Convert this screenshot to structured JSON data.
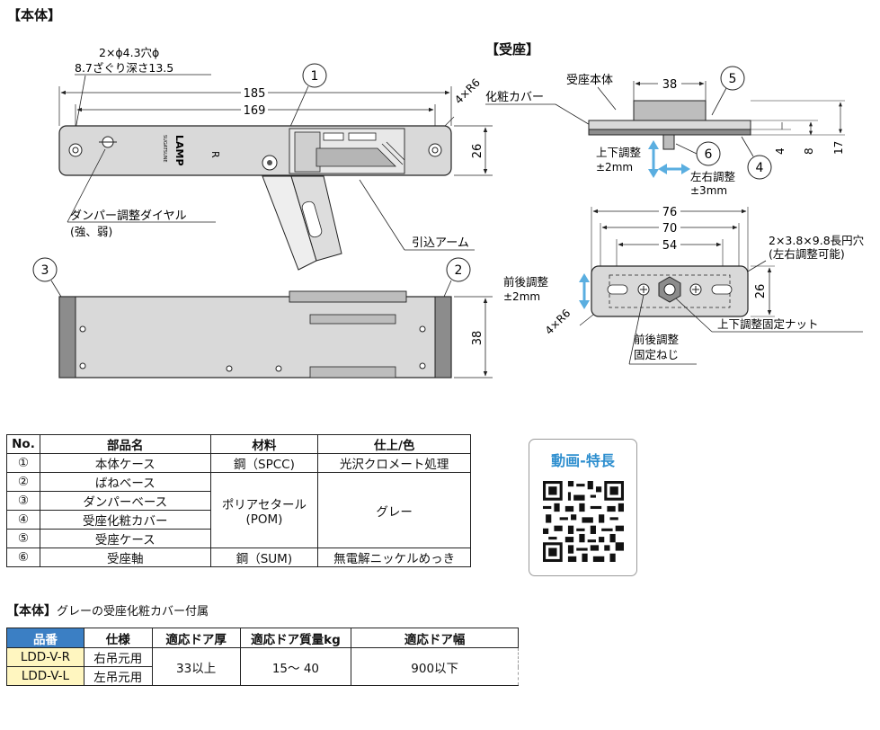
{
  "sections": {
    "body_title": "【本体】",
    "seat_title": "【受座】"
  },
  "body_diagram": {
    "hole_note_1": "2×ϕ4.3穴ϕ",
    "hole_note_2": "8.7ざぐり深さ13.5",
    "dim_185": "185",
    "dim_169": "169",
    "dim_26": "26",
    "dim_38": "38",
    "radius": "4×R6",
    "callout_1": "1",
    "callout_2": "2",
    "callout_3": "3",
    "damper_label": "ダンパー調整ダイヤル",
    "damper_sub": "(強、弱)",
    "arm_label": "引込アーム",
    "logo_text": "LAMP",
    "logo_sub": "SUGATSUNE",
    "r_mark": "R"
  },
  "seat_diagram": {
    "body_label": "受座本体",
    "cover_label": "化粧カバー",
    "dim_38": "38",
    "dim_4": "4",
    "dim_8": "8",
    "dim_17": "17",
    "vert_adjust": "上下調整",
    "vert_adjust_val": "±2mm",
    "lr_adjust": "左右調整",
    "lr_adjust_val": "±3mm",
    "callout_4": "4",
    "callout_5": "5",
    "callout_6": "6",
    "dim_76": "76",
    "dim_70": "70",
    "dim_54": "54",
    "dim_26": "26",
    "slot_note_1": "2×3.8×9.8長円穴",
    "slot_note_2": "(左右調整可能)",
    "fb_adjust": "前後調整",
    "fb_adjust_val": "±2mm",
    "radius": "4×R6",
    "fix_nut": "上下調整固定ナット",
    "fix_screw_1": "前後調整",
    "fix_screw_2": "固定ねじ"
  },
  "parts_table": {
    "headers": [
      "No.",
      "部品名",
      "材料",
      "仕上/色"
    ],
    "rows": [
      {
        "no": "①",
        "name": "本体ケース",
        "material": "鋼（SPCC)",
        "finish": "光沢クロメート処理"
      },
      {
        "no": "②",
        "name": "ばねベース"
      },
      {
        "no": "③",
        "name": "ダンパーベース"
      },
      {
        "no": "④",
        "name": "受座化粧カバー"
      },
      {
        "no": "⑤",
        "name": "受座ケース"
      },
      {
        "no": "⑥",
        "name": "受座軸",
        "material": "鋼（SUM)",
        "finish": "無電解ニッケルめっき"
      }
    ],
    "merged_material_1": "ポリアセタール",
    "merged_material_2": "(POM)",
    "merged_finish": "グレー"
  },
  "qr": {
    "title": "動画-特長"
  },
  "spec": {
    "note_bracket": "【本体】",
    "note_text": "グレーの受座化粧カバー付属",
    "headers": [
      "品番",
      "仕様",
      "適応ドア厚",
      "適応ドア質量kg",
      "適応ドア幅"
    ],
    "rows": [
      {
        "code": "LDD-V-R",
        "spec": "右吊元用"
      },
      {
        "code": "LDD-V-L",
        "spec": "左吊元用"
      }
    ],
    "thickness": "33以上",
    "mass": "15～ 40",
    "width": "900以下"
  },
  "colors": {
    "header_blue": "#3b7fc4",
    "code_yellow": "#fff6c0",
    "arrow_blue": "#5aaee0",
    "part_gray": "#d9d9d9",
    "dark_gray": "#8c8c8c"
  }
}
